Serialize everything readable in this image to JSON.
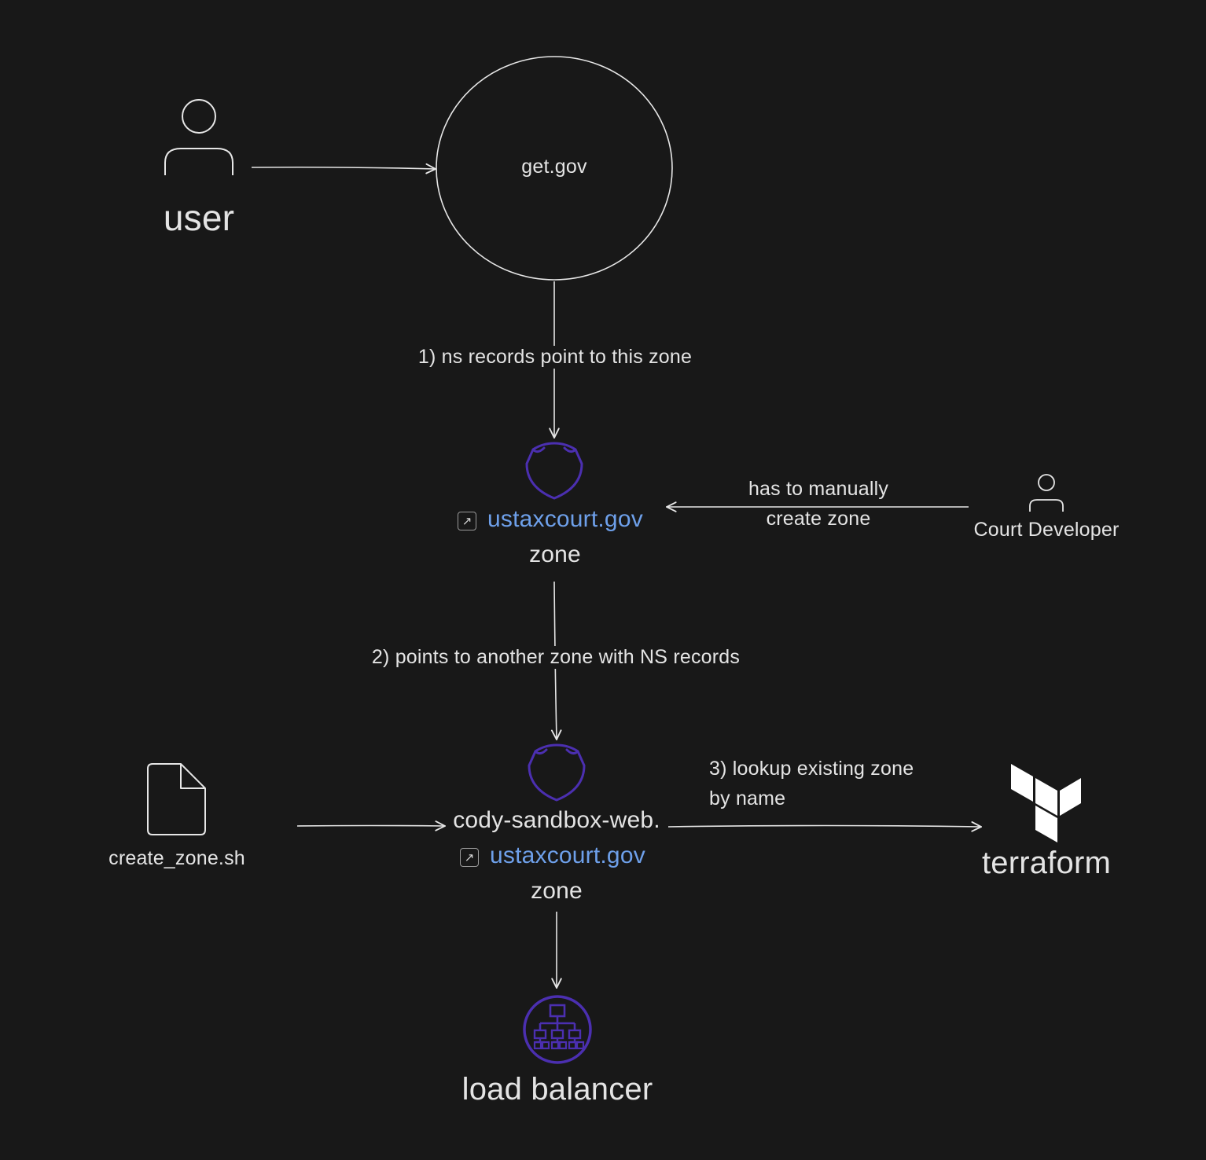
{
  "nodes": {
    "user": {
      "label": "user"
    },
    "getgov": {
      "label": "get.gov"
    },
    "zone1": {
      "domain": "ustaxcourt.gov",
      "suffix": "zone"
    },
    "court_developer": {
      "label": "Court Developer"
    },
    "script": {
      "label": "create_zone.sh"
    },
    "zone2": {
      "prefix": "cody-sandbox-web.",
      "domain": "ustaxcourt.gov",
      "suffix": "zone"
    },
    "terraform": {
      "label": "terraform"
    },
    "load_balancer": {
      "label": "load balancer"
    }
  },
  "edges": {
    "ns_records": "1) ns records point to this zone",
    "manual_line1": "has to manually",
    "manual_line2": "create zone",
    "points_another": "2) points to another zone with NS records",
    "lookup_line1": "3) lookup existing zone",
    "lookup_line2": "by name"
  },
  "colors": {
    "background": "#181818",
    "stroke": "#e6e6e6",
    "route53_purple": "#4b2fb0",
    "elb_purple": "#4b2fb0",
    "link_blue": "#6ea0ea"
  },
  "icons": {
    "user": "person-icon",
    "developer": "person-icon",
    "script": "file-icon",
    "zone": "route53-hosted-zone-icon",
    "terraform": "terraform-logo-icon",
    "load_balancer": "elastic-load-balancer-icon",
    "external_link": "external-link-icon"
  }
}
